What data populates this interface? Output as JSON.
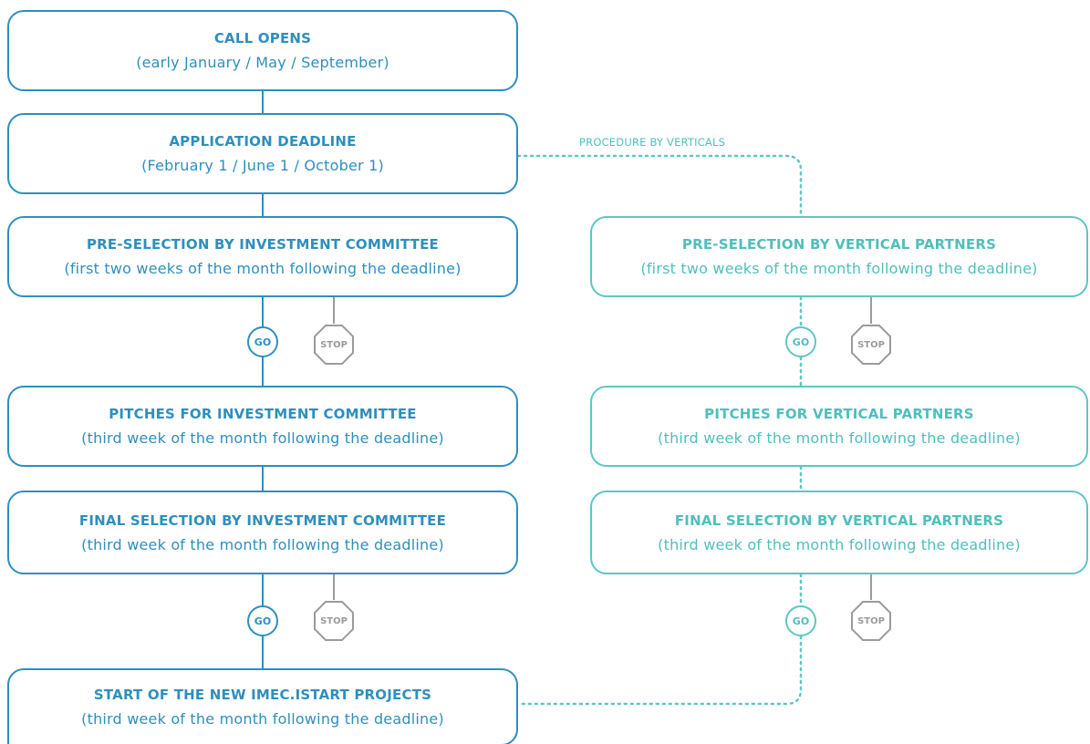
{
  "left_column": {
    "call_opens": {
      "title": "CALL OPENS",
      "subtitle": "(early January / May / September)"
    },
    "application_deadline": {
      "title": "APPLICATION DEADLINE",
      "subtitle": "(February 1 / June 1 / October 1)"
    },
    "preselection": {
      "title": "PRE-SELECTION BY INVESTMENT COMMITTEE",
      "subtitle": "(first two weeks of the month following the deadline)"
    },
    "go_1": "GO",
    "stop_1": "STOP",
    "pitches": {
      "title": "PITCHES FOR INVESTMENT COMMITTEE",
      "subtitle": "(third week of the month following the deadline)"
    },
    "final_selection": {
      "title": "FINAL SELECTION BY INVESTMENT COMMITTEE",
      "subtitle": "(third week of the month following the deadline)"
    },
    "go_2": "GO",
    "stop_2": "STOP",
    "start_projects": {
      "title": "START OF THE NEW IMEC.ISTART PROJECTS",
      "subtitle": "(third week of the month following the deadline)"
    }
  },
  "procedure_label": "PROCEDURE BY VERTICALS",
  "right_column": {
    "preselection": {
      "title": "PRE-SELECTION BY VERTICAL PARTNERS",
      "subtitle": "(first two weeks of the month following the deadline)"
    },
    "go_1": "GO",
    "stop_1": "STOP",
    "pitches": {
      "title": "PITCHES FOR VERTICAL PARTNERS",
      "subtitle": "(third week of the month following the deadline)"
    },
    "final_selection": {
      "title": "FINAL SELECTION BY VERTICAL PARTNERS",
      "subtitle": "(third week of the month following the deadline)"
    },
    "go_2": "GO",
    "stop_2": "STOP"
  },
  "colors": {
    "primary_blue": "#2e8fbd",
    "teal": "#5cc7c3",
    "stop_gray": "#9b9b9b"
  }
}
